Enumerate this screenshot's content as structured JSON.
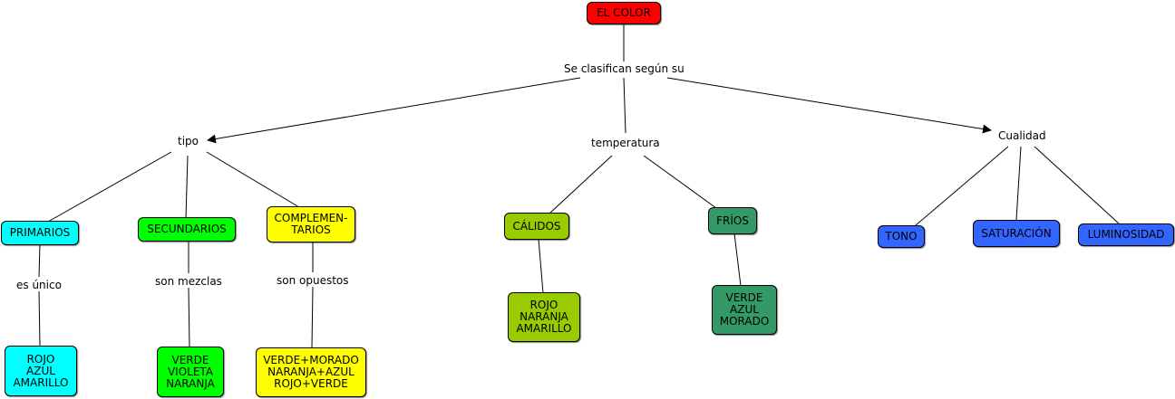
{
  "colors": {
    "root": "#ff0000",
    "primarios": "#00ffff",
    "secundarios": "#00ff00",
    "complementarios": "#ffff00",
    "calidos": "#99cc00",
    "frios": "#339966",
    "cualidad": "#3366ff"
  },
  "concepts": {
    "root": "EL COLOR",
    "primarios": "PRIMARIOS",
    "secundarios": "SECUNDARIOS",
    "complementarios": "COMPLEMEN-\nTARIOS",
    "calidos": "CÁLIDOS",
    "frios": "FRÍOS",
    "tono": "TONO",
    "saturacion": "SATURACIÓN",
    "luminosidad": "LUMINOSIDAD",
    "ex_primarios": "ROJO\nAZUL\nAMARILLO",
    "ex_secundarios": "VERDE\nVIOLETA\nNARANJA",
    "ex_complementarios": "VERDE+MORADO\nNARANJA+AZUL\nROJO+VERDE",
    "ex_calidos": "ROJO\nNARANJA\nAMARILLO",
    "ex_frios": "VERDE\nAZUL\nMORADO"
  },
  "links": {
    "clasifican": "Se clasifican según su",
    "tipo": "tipo",
    "temperatura": "temperatura",
    "cualidad": "Cualidad",
    "es_unico": "es único",
    "son_mezclas": "son mezclas",
    "son_opuestos": "son opuestos"
  }
}
